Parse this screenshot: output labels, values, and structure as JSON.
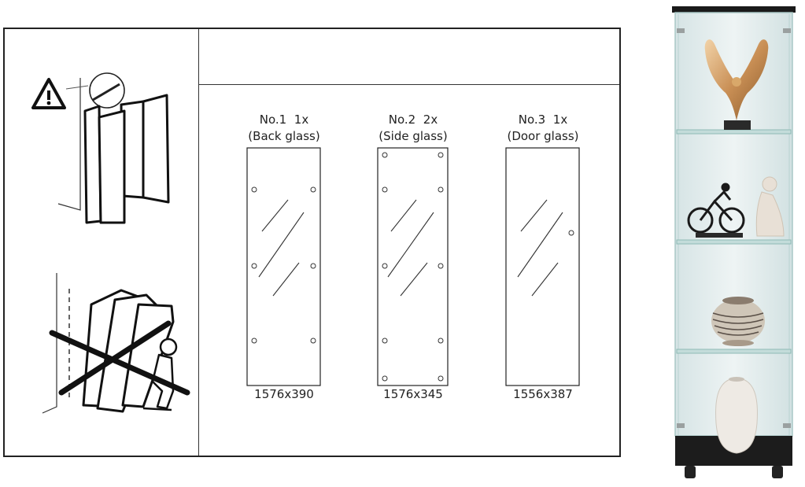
{
  "glass_panels": [
    {
      "number": "No.1",
      "qty": "1x",
      "name": "(Back glass)",
      "size": "1576x390",
      "holes": "both-sides-3"
    },
    {
      "number": "No.2",
      "qty": "2x",
      "name": "(Side glass)",
      "size": "1576x345",
      "holes": "both-sides-5"
    },
    {
      "number": "No.3",
      "qty": "1x",
      "name": "(Door glass)",
      "size": "1556x387",
      "holes": "right-1"
    }
  ],
  "colors": {
    "line": "#222222",
    "frame": "#1a1a1a",
    "glass": "#dfe9ea",
    "shelf_edge": "#9fc7c3"
  },
  "icons": [
    "warning-triangle-icon",
    "prohibition-cross-icon"
  ]
}
